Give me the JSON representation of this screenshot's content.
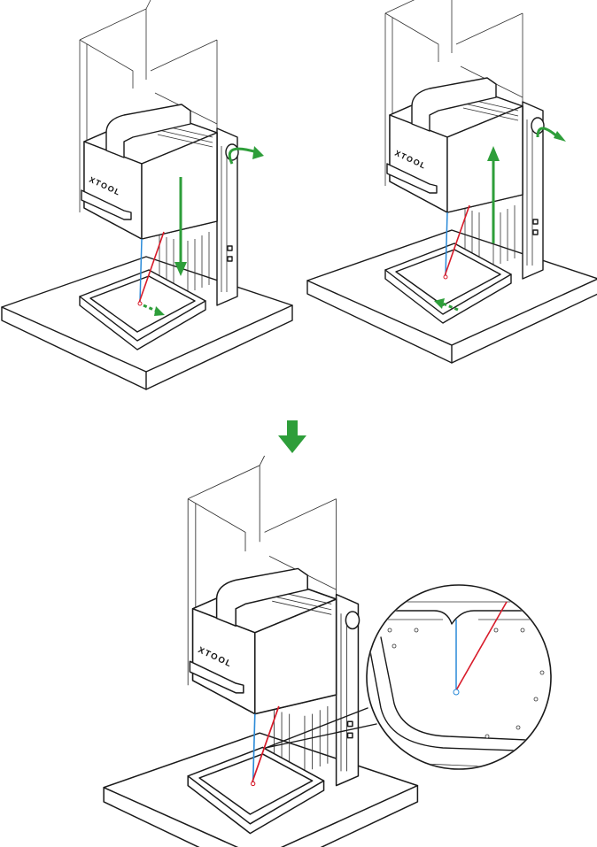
{
  "brand_logo": "XTOOL",
  "colors": {
    "arrow": "#2e9e3a",
    "laser_blue": "#2a8ad8",
    "laser_red": "#d81b2a"
  },
  "steps": [
    {
      "id": "step-1",
      "motion": [
        "lower-housing-arrow",
        "rotate-knob-arrow",
        "move-tray-arrow"
      ]
    },
    {
      "id": "step-2",
      "motion": [
        "raise-housing-arrow",
        "rotate-knob-arrow",
        "move-tray-arrow"
      ]
    },
    {
      "id": "step-3",
      "motion": [
        "detail-magnifier"
      ]
    }
  ]
}
